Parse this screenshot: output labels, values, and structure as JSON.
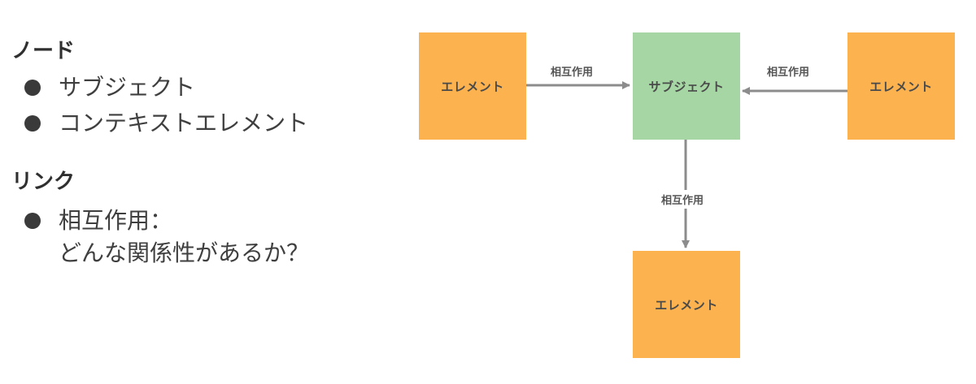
{
  "left_panel": {
    "nodes_heading": "ノード",
    "node_bullets": [
      "サブジェクト",
      "コンテキストエレメント"
    ],
    "links_heading": "リンク",
    "link_bullet_line1": "相互作用：",
    "link_bullet_line2": "どんな関係性があるか？"
  },
  "diagram": {
    "element_left_label": "エレメント",
    "subject_label": "サブジェクト",
    "element_right_label": "エレメント",
    "element_bottom_label": "エレメント",
    "edge_left_label": "相互作用",
    "edge_right_label": "相互作用",
    "edge_bottom_label": "相互作用"
  },
  "colors": {
    "element": "#fbb24f",
    "subject": "#a5d6a3",
    "arrow": "#8c8c8c"
  }
}
